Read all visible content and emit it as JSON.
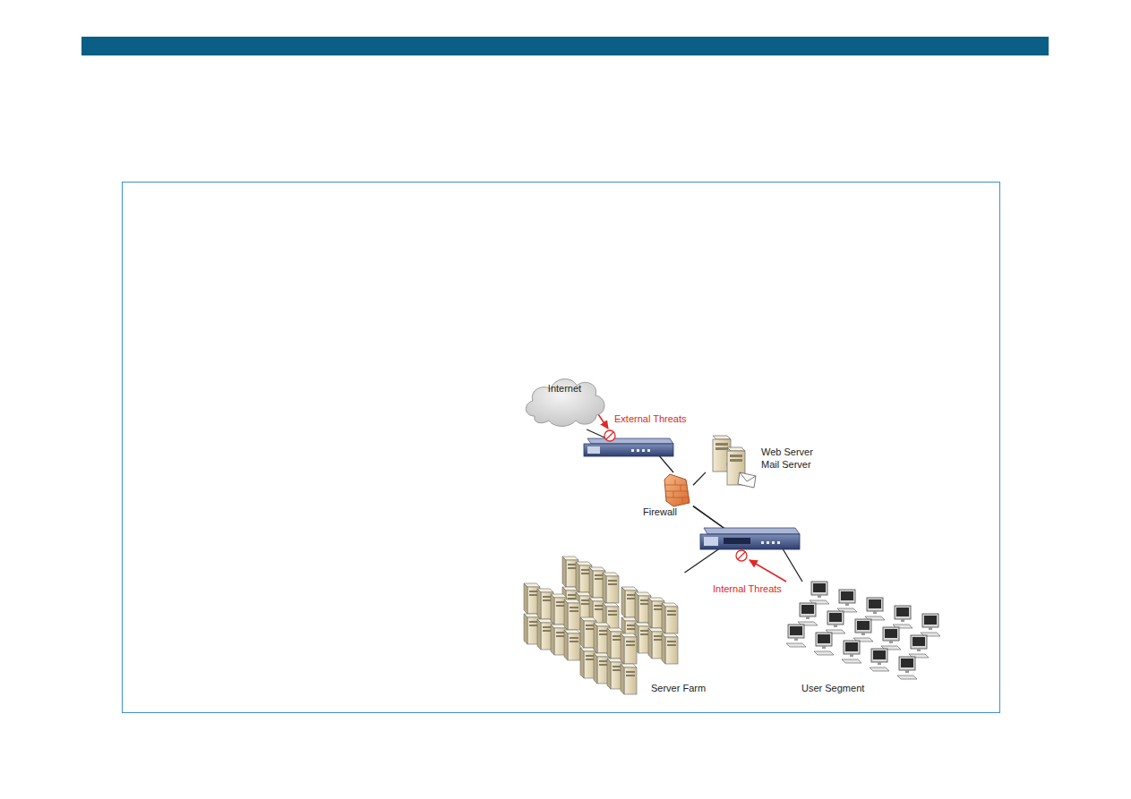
{
  "diagram": {
    "nodes": [
      {
        "text": [
          "Internet"
        ]
      },
      {
        "text": [
          "Web Server",
          "Mail Server"
        ]
      },
      {
        "text": [
          "Firewall"
        ]
      },
      {
        "text": [
          "Server Farm"
        ]
      },
      {
        "text": [
          "User Segment"
        ]
      }
    ],
    "edges": [
      {
        "from": 0,
        "to": 2,
        "arrow": "none"
      },
      {
        "from": 2,
        "to": 1,
        "arrow": "none"
      },
      {
        "from": 2,
        "to": 3,
        "arrow": "none"
      },
      {
        "from": 2,
        "to": 4,
        "arrow": "none"
      }
    ],
    "labels": [
      "External Threats",
      "Internal Threats"
    ]
  }
}
